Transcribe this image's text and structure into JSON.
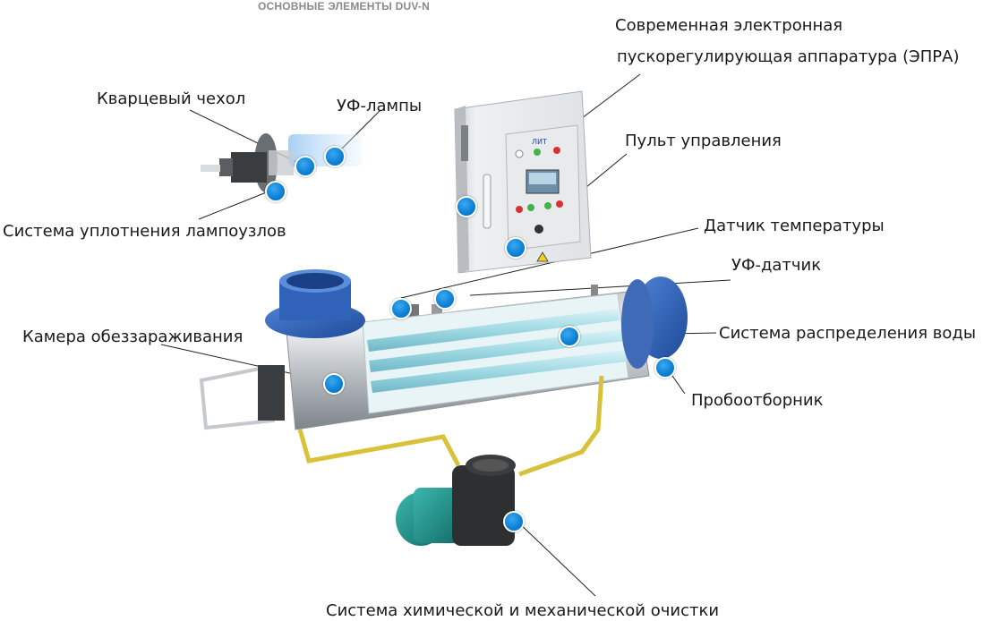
{
  "title": "ОСНОВНЫЕ ЭЛЕМЕНТЫ DUV-N",
  "labels": {
    "ballast_line1": "Современная электронная",
    "ballast_line2": "пускорегулирующая аппаратура (ЭПРА)",
    "control_panel": "Пульт управления",
    "temp_sensor": "Датчик температуры",
    "uv_sensor": "УФ-датчик",
    "water_distribution": "Система распределения воды",
    "sampler": "Пробоотборник",
    "disinfection_chamber": "Камера обеззараживания",
    "quartz_sleeve": "Кварцевый чехол",
    "uv_lamps": "УФ-лампы",
    "lamp_seal_system": "Система уплотнения лампоузлов",
    "cleaning_system": "Система химической и механической очистки"
  },
  "device": {
    "panel_brand": "ЛИТ"
  },
  "colors": {
    "hotspot": "#0b7fd4",
    "flange_blue": "#2a5db0",
    "pipe_yellow": "#d8c23a",
    "pump_teal": "#1e8f8a"
  }
}
